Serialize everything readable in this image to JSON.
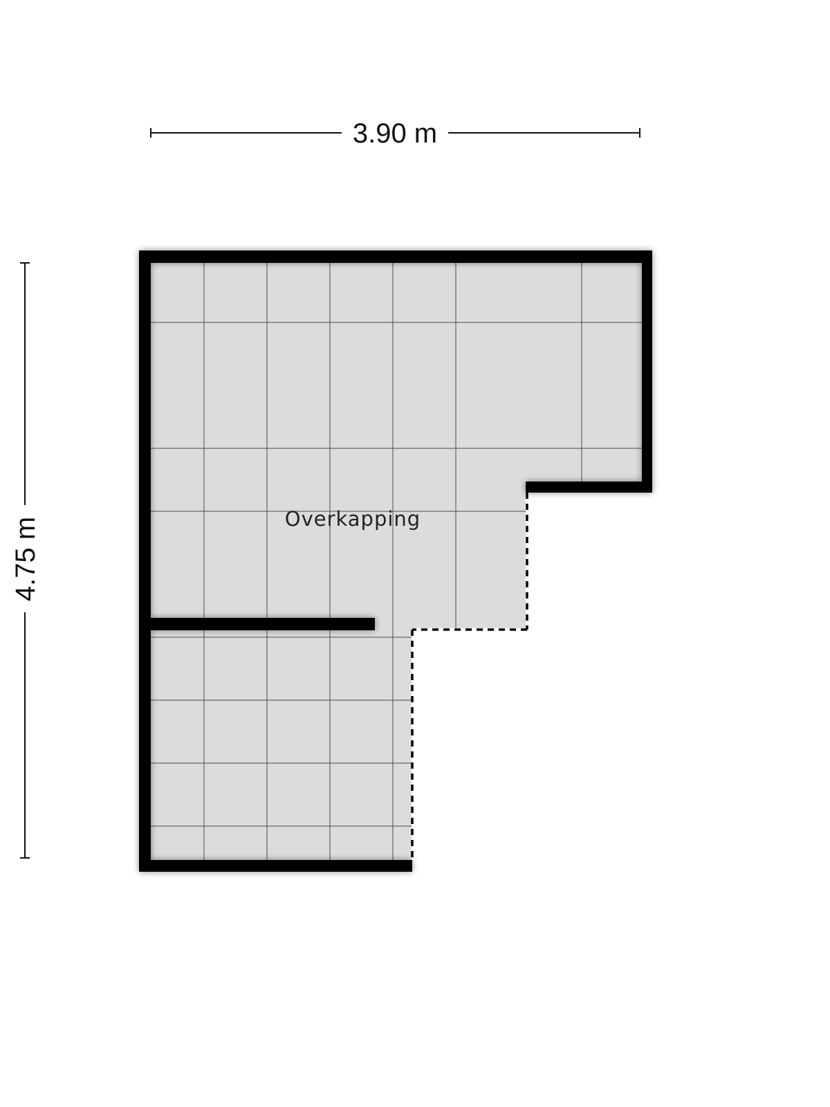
{
  "dimensions": {
    "width_label": "3.90 m",
    "height_label": "4.75 m"
  },
  "room": {
    "name": "Overkapping"
  },
  "colors": {
    "floor": "#dcdcdc",
    "wall": "#000000",
    "grid": "#4a4a4a",
    "background": "#ffffff"
  }
}
